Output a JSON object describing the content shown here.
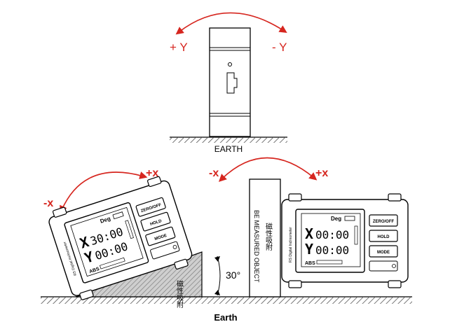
{
  "top": {
    "plus_label": "+ Y",
    "minus_label": "- Y",
    "ground_label": "EARTH"
  },
  "bottom": {
    "ground_label": "Earth",
    "left": {
      "minus_label": "-x",
      "plus_label": "+x",
      "angle_label": "30°",
      "wedge_text": "磁性吸附"
    },
    "right": {
      "minus_label": "-x",
      "plus_label": "+x",
      "object_label": "BE MEASURED OBJECT",
      "object_text": "磁性吸附"
    }
  },
  "device": {
    "unit": "Deg",
    "x_letter": "X",
    "y_letter": "Y",
    "abs": "ABS",
    "brand_text": "RS Digital Inclinometer",
    "left_device": {
      "x_value": "30:00",
      "y_value": "00:00"
    },
    "right_device": {
      "x_value": "00:00",
      "y_value": "00:00"
    },
    "buttons": [
      "ZERO/OFF",
      "HOLD",
      "MODE"
    ]
  },
  "colors": {
    "accent_red": "#d6261f",
    "ink": "#000000"
  }
}
